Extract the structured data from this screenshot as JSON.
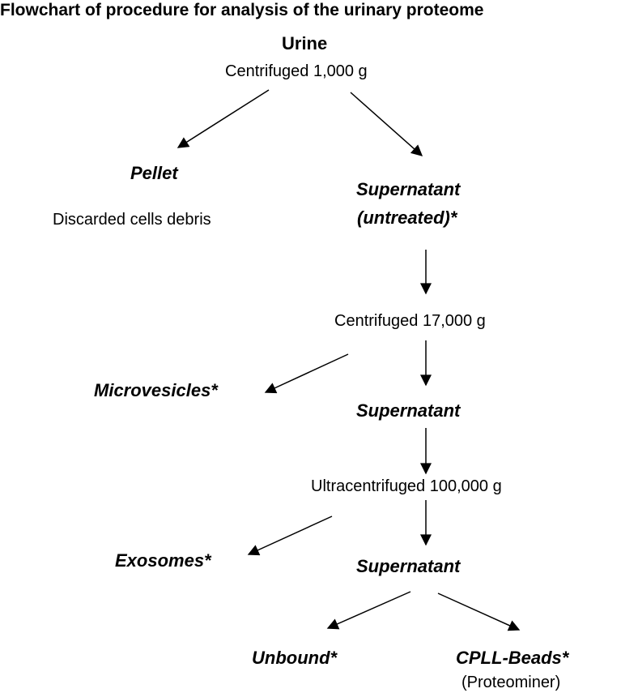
{
  "title": "Flowchart of procedure for analysis of the urinary proteome",
  "nodes": {
    "urine": "Urine",
    "step1": "Centrifuged 1,000 g",
    "pellet": "Pellet",
    "pellet_note": "Discarded cells debris",
    "supernatant_untreated_line1": "Supernatant",
    "supernatant_untreated_line2": "(untreated)*",
    "step2": "Centrifuged 17,000 g",
    "microvesicles": "Microvesicles*",
    "supernatant2": "Supernatant",
    "step3": "Ultracentrifuged 100,000 g",
    "exosomes": "Exosomes*",
    "supernatant3": "Supernatant",
    "unbound": "Unbound*",
    "cpll_beads": "CPLL-Beads*",
    "proteominer": "(Proteominer)"
  },
  "colors": {
    "text": "#000000",
    "arrow": "#000000",
    "background": "#ffffff"
  }
}
